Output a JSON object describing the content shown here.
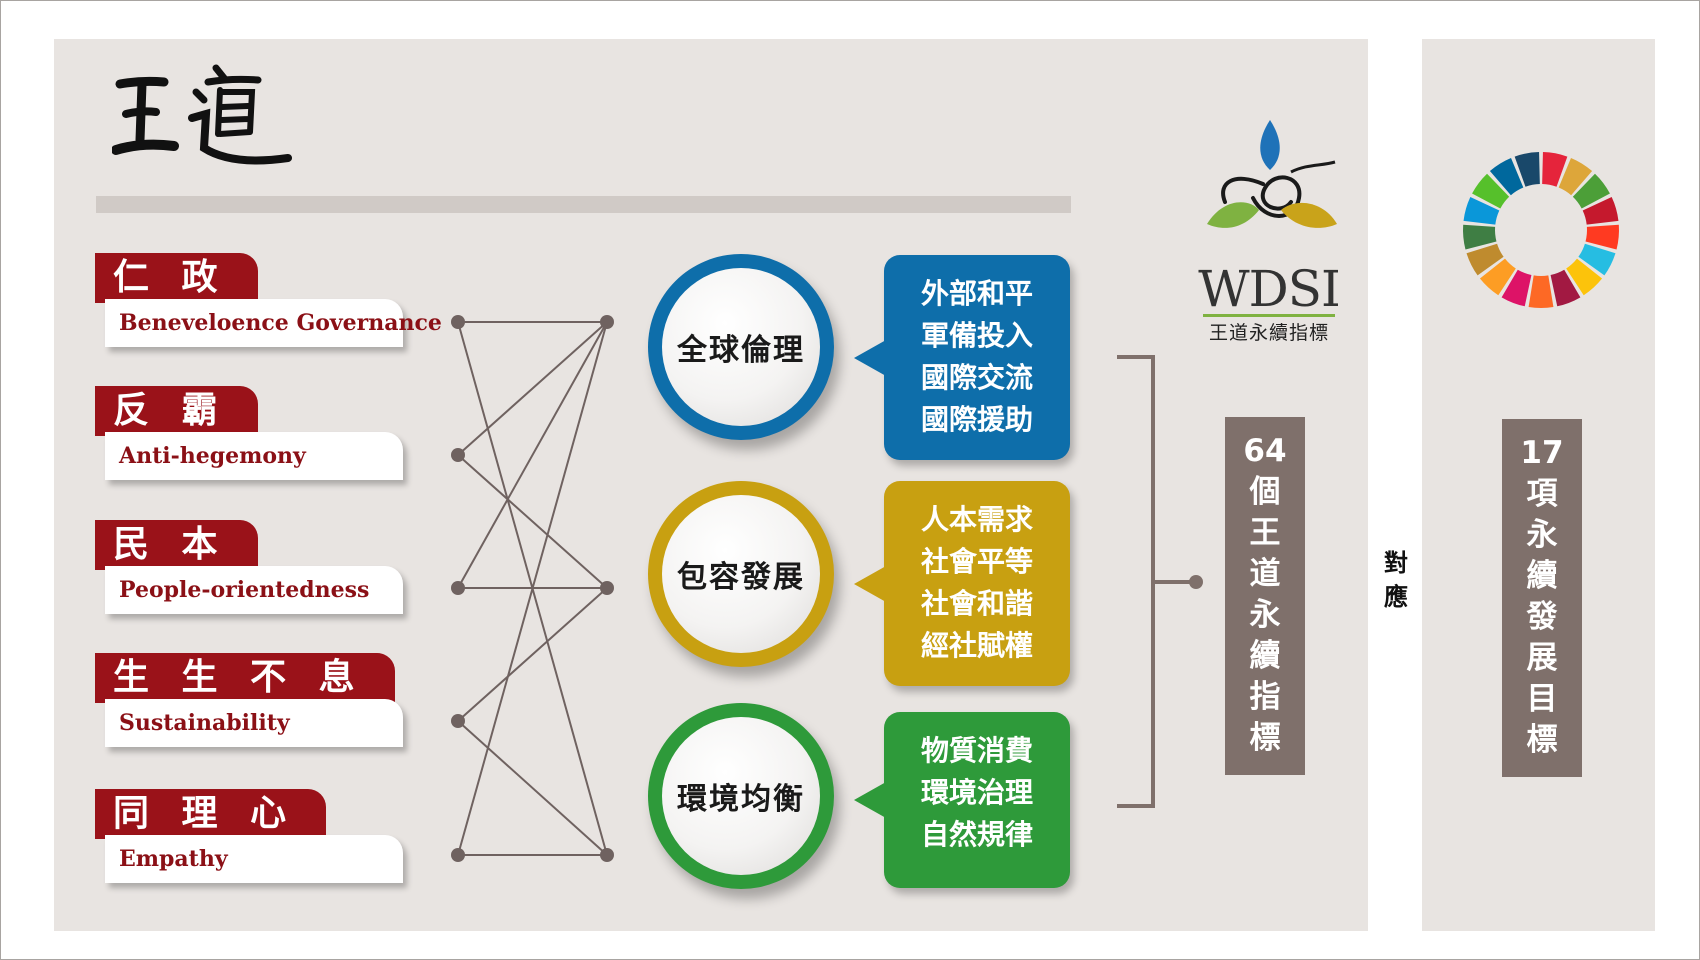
{
  "heading": {
    "calligraphy": "王道"
  },
  "principles": [
    {
      "zh": "仁 政",
      "en": "Beneveloence Governance"
    },
    {
      "zh": "反 霸",
      "en": "Anti-hegemony"
    },
    {
      "zh": "民 本",
      "en": "People-orientedness"
    },
    {
      "zh": "生 生 不 息",
      "en": "Sustainability"
    },
    {
      "zh": "同 理 心",
      "en": "Empathy"
    }
  ],
  "pillars": [
    {
      "name": "全球倫理",
      "color": "#0e6eaa",
      "items": [
        "外部和平",
        "軍備投入",
        "國際交流",
        "國際援助"
      ]
    },
    {
      "name": "包容發展",
      "color": "#c8a011",
      "items": [
        "人本需求",
        "社會平等",
        "社會和諧",
        "經社賦權"
      ]
    },
    {
      "name": "環境均衡",
      "color": "#2e9a3a",
      "items": [
        "物質消費",
        "環境治理",
        "自然規律"
      ]
    }
  ],
  "logo": {
    "text": "WDSI",
    "subtitle": "王道永續指標"
  },
  "indicators_box": {
    "chars": [
      "64",
      "個",
      "王",
      "道",
      "永",
      "續",
      "指",
      "標"
    ]
  },
  "mapping_label": {
    "chars": [
      "對",
      "應"
    ]
  },
  "sdg_box": {
    "chars": [
      "17",
      "項",
      "永",
      "續",
      "發",
      "展",
      "目",
      "標"
    ]
  },
  "colors": {
    "accent_red": "#9a1219",
    "network_line": "#6f6260",
    "box_brown": "#7f706b",
    "background": "#e8e4e1"
  }
}
